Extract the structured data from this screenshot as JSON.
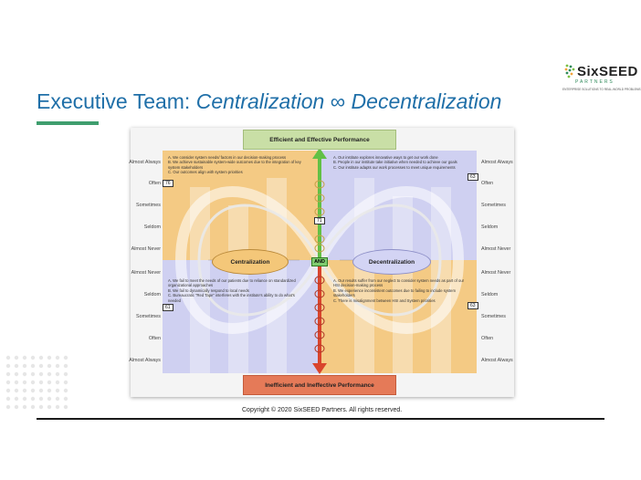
{
  "slide": {
    "title_prefix": "Executive Team:",
    "title_left": "Centralization",
    "title_symbol": "∞",
    "title_right": "Decentralization",
    "copyright": "Copyright © 2020 SixSEED Partners. All rights reserved."
  },
  "logo": {
    "word": "SixSEED",
    "sub": "PARTNERS",
    "tagline": "ENTERPRISE SOLUTIONS TO REAL-WORLD PROBLEMS"
  },
  "map": {
    "top_label": "Efficient and Effective Performance",
    "bottom_label": "Inefficient and Ineffective Performance",
    "left_pole": "Centralization",
    "right_pole": "Decentralization",
    "center_label": "AND",
    "scale_upper": [
      "Almost Always",
      "Often",
      "Sometimes",
      "Seldom",
      "Almost Never"
    ],
    "scale_lower": [
      "Almost Never",
      "Seldom",
      "Sometimes",
      "Often",
      "Almost Always"
    ],
    "scores": {
      "upper_left": "76",
      "upper_right": "63",
      "lower_left": "61",
      "lower_right": "63",
      "center": "71"
    },
    "upper_left_statements": [
      "A. We consider system needs/ factors in our decision-making process",
      "B. We achieve sustainable system-wide outcomes due to the integration of key system stakeholders",
      "C. Our outcomes align with system priorities"
    ],
    "upper_right_statements": [
      "A. Our institute explores innovative ways to get our work done",
      "B. People in our institute take initiative when needed to achieve our goals",
      "C. Our institute adapts our work processes to meet unique requirements"
    ],
    "lower_left_statements": [
      "A. We fail to meet the needs of our patients due to reliance on standardized organizational approaches",
      "B. We fail to dynamically respond to local needs",
      "C. Bureaucratic \"Red Tape\" interferes with the institute's ability to do what's needed"
    ],
    "lower_right_statements": [
      "A. Our results suffer from our neglect to consider system needs as part of our HSI decision-making process",
      "B. We experience inconsistent outcomes due to failing to include system stakeholders",
      "C. There is misalignment between HSI and System priorities"
    ]
  },
  "colors": {
    "title_blue": "#1f6fa8",
    "accent_green": "#3f9e6e",
    "upside_orange": "#f4ca84",
    "upside_purple": "#cfd0f1",
    "top_box_green": "#c9dfa6",
    "bottom_box_red": "#e57a58",
    "arrow_up": "#62c045",
    "arrow_down": "#d9442c"
  }
}
